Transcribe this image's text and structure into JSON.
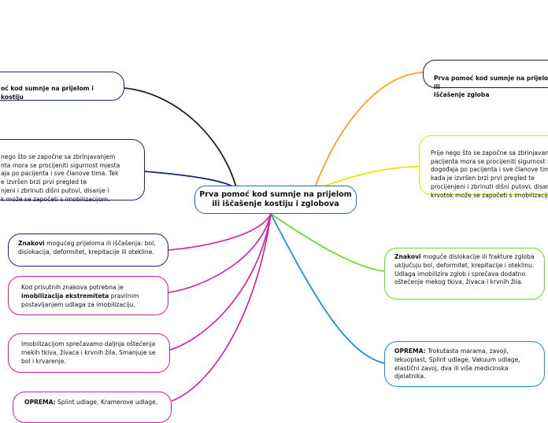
{
  "root": {
    "title": "Prva pomoć kod sumnje na prijelom ili iščašenje kostiju i zglobova"
  },
  "left": {
    "n1": "oć kod sumnje na prijelom i\nkostiju",
    "n2": "nego što se započne sa zbrinjavanjem\nnta mora se procijeniti sigurnost mjesta\naja po pacijenta i sve članove tima. Tek\ne izvršen brzi prvi pregled te\nnjeni i zbrinuti dišni putovi, disanje i\nk može se započeti s imobilizacijom.",
    "n3_bold": "Znakovi",
    "n3_text": " mogućeg prijeloma ili iščašenja: bol, dislokacija, deformitet, krepitacije ili otekline.",
    "n4_pre": "Kod prisutnih znakova potrebna je ",
    "n4_bold": "imobilizacija ekstremiteta",
    "n4_post": " pravilnim postavljanjem udlaga za imobilizaciju.",
    "n5": "Imobilizacijom sprečavamo daljnja oštećenja mekih tkiva, živaca i krvnih žila. Smanjuje se bol i krvarenje.",
    "n6_bold": "OPREMA:",
    "n6_text": " Splint udlage, Kramerove udlage,"
  },
  "right": {
    "r1": "Prva pomoć kod sumnje na prijelom ili\niščašenje zgloba",
    "r2": "Prije nego što se započne sa zbrinjavan\npacijenta mora se procijeniti sigurnost m\ndogođaja po pacijenta i sve članove tima\nkada je izvršen brzi prvi pregled te\nprocijenjeni i zbrinuti dišni putovi, disan\nkrvotok može se započeti s imobilizacijo",
    "r3_bold": "Znakovi",
    "r3_text": " moguće dislokacije ili frakture zgloba uključuju bol, deformitet, krepitacije i oteklinu. Udlaga imobilizira zglob i sprečava dodatno oštećenje mekog tkiva, živaca i krvnih žila.",
    "r4_bold": "OPREMA:",
    "r4_text": " Trokutasta marama, zavoji, lekuoplast, Splint udlage, Vakuum udlage, elastični zavoj, dva ili više medicinska djelatnika."
  },
  "colors": {
    "root_border": "#1f6fb5",
    "left_1": "#1f1f1f",
    "left_2": "#1a237e",
    "left_pink": "#d81b9e",
    "right_orange": "#f5a623",
    "right_yellow": "#e6e600",
    "right_green": "#66dd22",
    "right_blue": "#1a8fe3"
  }
}
